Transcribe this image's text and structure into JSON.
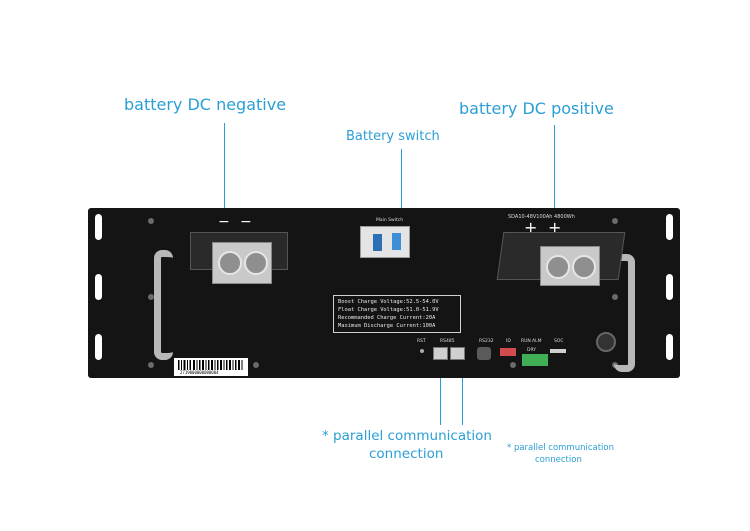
{
  "labels": {
    "negative": "battery DC negative",
    "positive": "battery DC positive",
    "switch": "Battery switch",
    "parallel_line1": "* parallel communication",
    "parallel_line2": "connection",
    "parallel_small_line1": "* parallel communication",
    "parallel_small_line2": "connection"
  },
  "panel": {
    "model": "SDA10-48V100Ah  4800Wh",
    "main_switch": "Main Switch",
    "rst": "RST",
    "rs485": "RS485",
    "rs232": "RS232",
    "id": "ID",
    "run": "RUN",
    "alm": "ALM",
    "dry": "DRY",
    "soc": "SOC",
    "minus_sign": "−",
    "plus_sign": "+",
    "barcode_number": "2719000000000004",
    "spec_lines": [
      "Boost Charge Voltage:52.5-54.0V",
      "Float Charge Voltage:51.0-51.9V",
      "Recommanded Charge Current:20A",
      "Maximum Discharge Current:100A"
    ]
  },
  "colors": {
    "callout": "#2a9fd6",
    "panel": "#141414"
  }
}
